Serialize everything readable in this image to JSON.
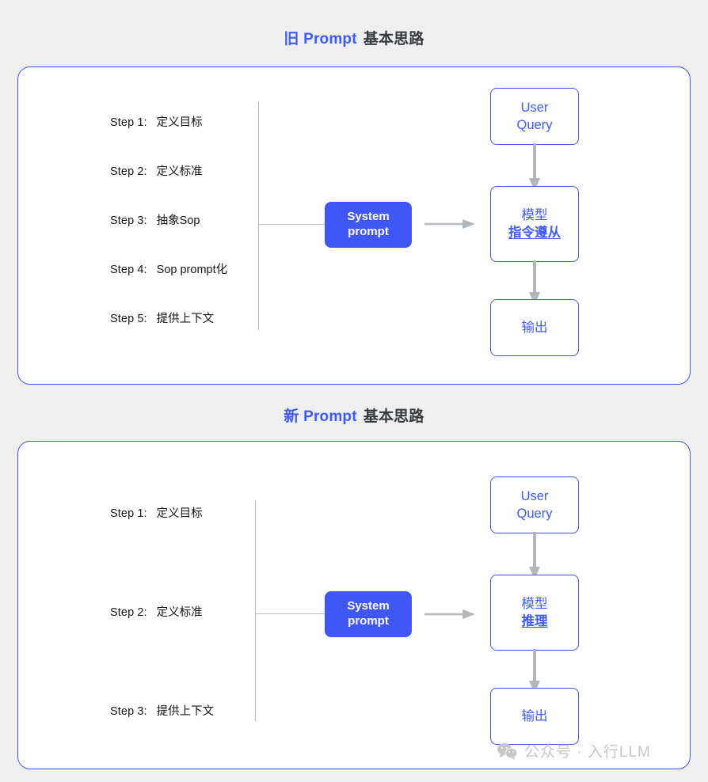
{
  "page": {
    "background_color": "#efefef",
    "accent_color": "#3d5afe",
    "system_box_color": "#4156f6",
    "line_color": "#b9bcc2"
  },
  "sections": [
    {
      "title_accent": "旧 Prompt",
      "title_plain": "基本思路",
      "steps": [
        {
          "key": "Step 1:",
          "value": "定义目标"
        },
        {
          "key": "Step 2:",
          "value": "定义标准"
        },
        {
          "key": "Step 3:",
          "value": "抽象Sop"
        },
        {
          "key": "Step 4:",
          "value": "Sop prompt化"
        },
        {
          "key": "Step 5:",
          "value": "提供上下文"
        }
      ],
      "system_box": {
        "line1": "System",
        "line2": "prompt"
      },
      "flow": [
        {
          "line1": "User",
          "line2": "Query",
          "line2_strong": false
        },
        {
          "line1": "模型",
          "line2": "指令遵从",
          "line2_strong": true
        },
        {
          "line1": "输出",
          "line2": "",
          "line2_strong": false
        }
      ]
    },
    {
      "title_accent": "新 Prompt",
      "title_plain": "基本思路",
      "steps": [
        {
          "key": "Step 1:",
          "value": "定义目标"
        },
        {
          "key": "Step 2:",
          "value": "定义标准"
        },
        {
          "key": "Step 3:",
          "value": "提供上下文"
        }
      ],
      "system_box": {
        "line1": "System",
        "line2": "prompt"
      },
      "flow": [
        {
          "line1": "User",
          "line2": "Query",
          "line2_strong": false
        },
        {
          "line1": "模型",
          "line2": "推理",
          "line2_strong": true
        },
        {
          "line1": "输出",
          "line2": "",
          "line2_strong": false
        }
      ]
    }
  ],
  "watermark": {
    "icon": "wechat-icon",
    "text": "公众号 · 入行LLM"
  }
}
